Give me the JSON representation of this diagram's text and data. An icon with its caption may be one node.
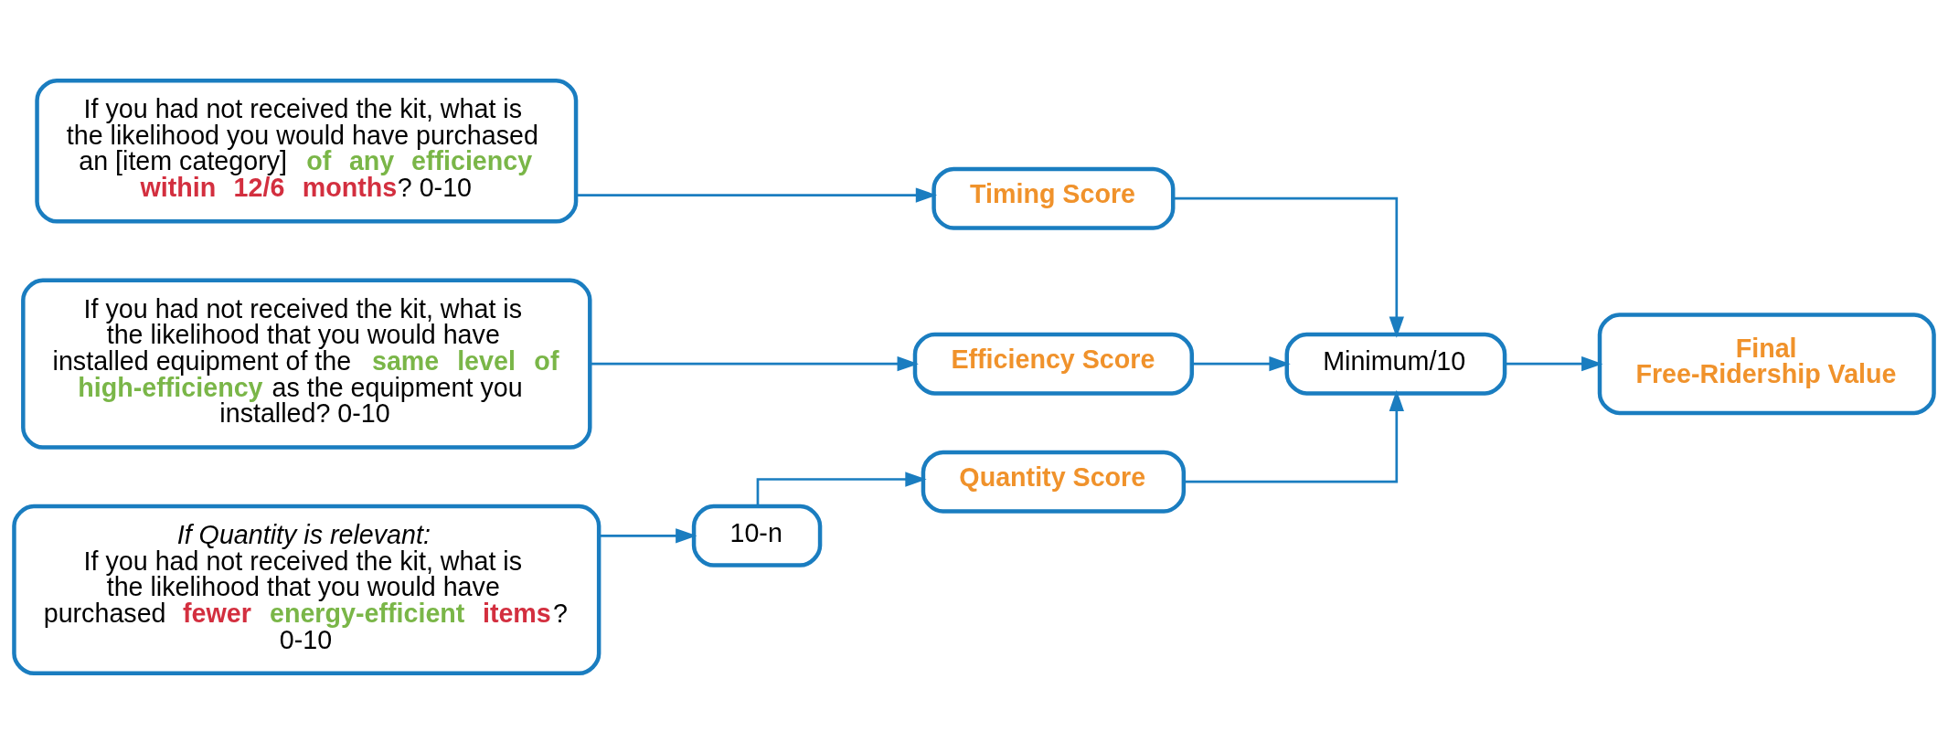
{
  "diagram": {
    "nodes": [
      {
        "text": [
          "If you had not received the kit, what is the likelihood you would have purchased an [item category] **of any efficiency** **within 12/6 months**? 0-10"
        ]
      },
      {
        "text": [
          "If you had not received the kit, what is the likelihood that you would have installed equipment of the **same level of high-efficiency** as the equipment you installed? 0-10"
        ]
      },
      {
        "text": [
          "If Quantity is relevant:",
          "If you had not received the kit, what is the likelihood that you would have purchased **fewer** **energy-efficient** **items**? 0-10"
        ]
      },
      {
        "text": [
          "Timing Score"
        ]
      },
      {
        "text": [
          "Efficiency Score"
        ]
      },
      {
        "text": [
          "10-n"
        ]
      },
      {
        "text": [
          "Quantity Score"
        ]
      },
      {
        "text": [
          "Minimum/10"
        ]
      },
      {
        "text": [
          "Final Free-Ridership Value"
        ]
      }
    ],
    "edges": [
      {
        "from": 0,
        "to": 3,
        "arrow": "to"
      },
      {
        "from": 1,
        "to": 4,
        "arrow": "to"
      },
      {
        "from": 2,
        "to": 5,
        "arrow": "to"
      },
      {
        "from": 5,
        "to": 6,
        "arrow": "to"
      },
      {
        "from": 3,
        "to": 7,
        "arrow": "to"
      },
      {
        "from": 4,
        "to": 7,
        "arrow": "to"
      },
      {
        "from": 6,
        "to": 7,
        "arrow": "to"
      },
      {
        "from": 7,
        "to": 8,
        "arrow": "to"
      }
    ]
  }
}
